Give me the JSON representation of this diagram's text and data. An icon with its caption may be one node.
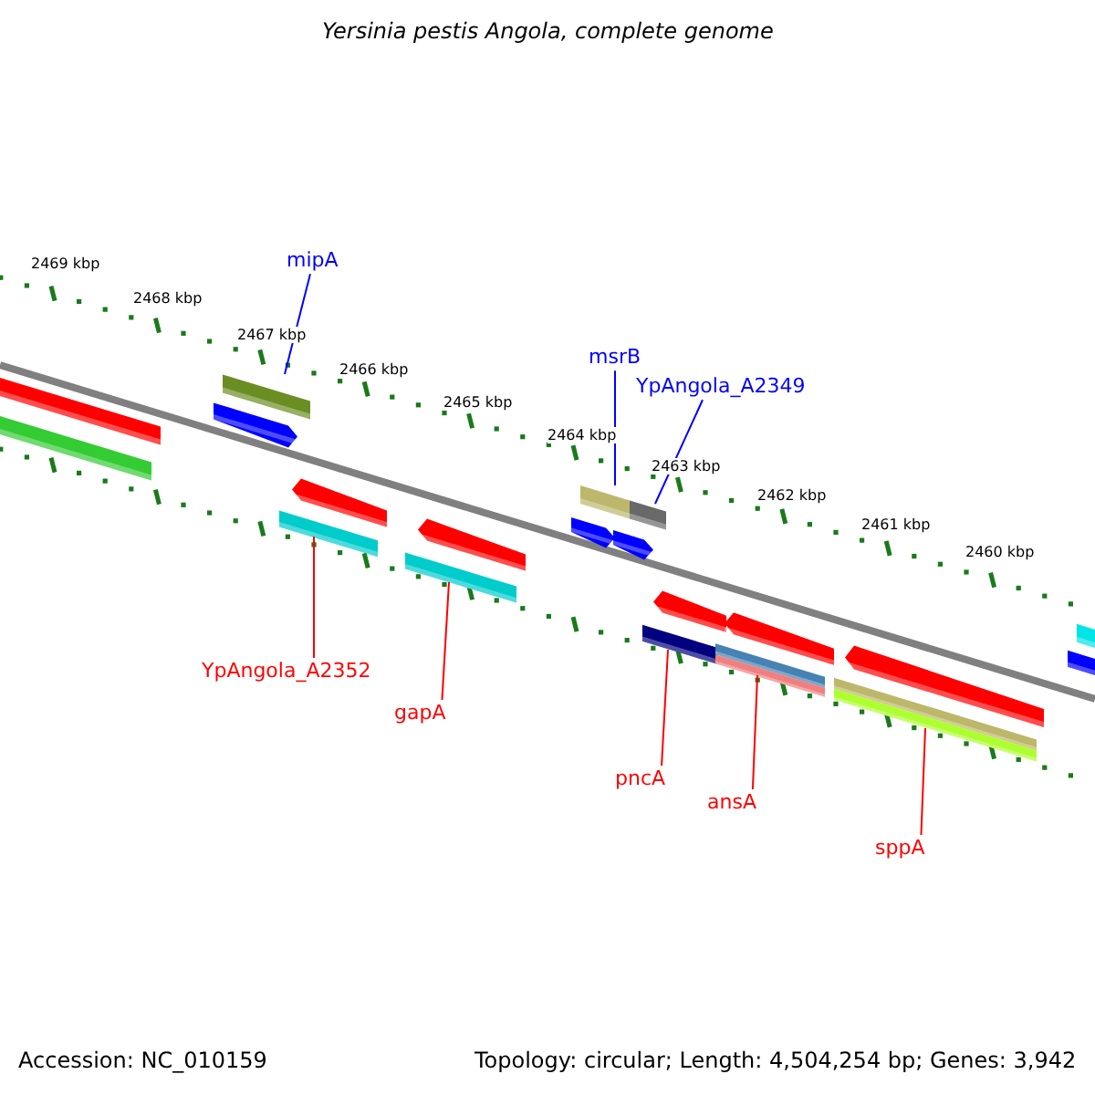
{
  "diagram": {
    "title": "Yersinia pestis Angola, complete genome",
    "nodes": [
      {
        "text": [
          "mipA"
        ]
      },
      {
        "text": [],
        "shape": "bar"
      },
      {
        "text": [
          "msrB"
        ]
      },
      {
        "text": [],
        "shape": "bar"
      },
      {
        "text": [
          "YpAngola_A2349"
        ]
      },
      {
        "text": [],
        "shape": "bar"
      },
      {
        "text": [
          "YpAngola_A2352"
        ]
      },
      {
        "text": [],
        "shape": "bar"
      },
      {
        "text": [
          "gapA"
        ]
      },
      {
        "text": [],
        "shape": "bar"
      },
      {
        "text": [
          "pncA"
        ]
      },
      {
        "text": [],
        "shape": "bar"
      },
      {
        "text": [
          "ansA"
        ]
      },
      {
        "text": [],
        "shape": "bar"
      },
      {
        "text": [
          "sppA"
        ]
      },
      {
        "text": [],
        "shape": "bar"
      }
    ],
    "edges": [
      {
        "from": 0,
        "to": 1,
        "arrow": "none",
        "color": "#0000ff"
      },
      {
        "from": 2,
        "to": 3,
        "arrow": "none",
        "color": "#0000ff"
      },
      {
        "from": 4,
        "to": 5,
        "arrow": "none",
        "color": "#0000ff"
      },
      {
        "from": 6,
        "to": 7,
        "arrow": "none"
      },
      {
        "from": 8,
        "to": 9,
        "arrow": "none"
      },
      {
        "from": 10,
        "to": 11,
        "arrow": "none"
      },
      {
        "from": 12,
        "to": 13,
        "arrow": "none"
      },
      {
        "from": 14,
        "to": 15,
        "arrow": "none"
      }
    ],
    "labels": [
      "2469 kbp",
      "2468 kbp",
      "2467 kbp",
      "2466 kbp",
      "2465 kbp",
      "2464 kbp",
      "2463 kbp",
      "2462 kbp",
      "2461 kbp",
      "2460 kbp",
      "Accession: NC_010159",
      "Topology: circular; Length: 4,504,254 bp; Genes: 3,942"
    ]
  }
}
